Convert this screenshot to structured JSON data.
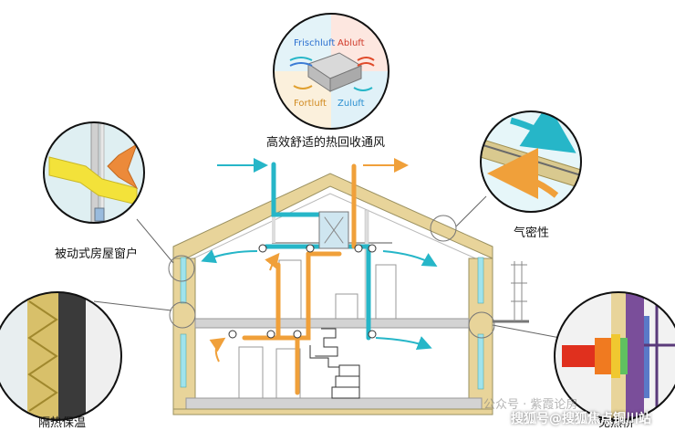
{
  "captions": {
    "heat_recovery": "高效舒适的热回收通风",
    "airtightness": "气密性",
    "passive_windows": "被动式房屋窗户",
    "insulation": "隔热保温",
    "thermal_bridge_partial": "免热桥"
  },
  "bubble_labels": {
    "frischluft": "Frischluft",
    "abluft": "Abluft",
    "fortluft": "Fortluft",
    "zuluft": "Zuluft"
  },
  "watermark": {
    "official_account": "公众号 · 紫霞论房",
    "sohu": "搜狐号@搜狐焦点铜川站"
  },
  "colors": {
    "fresh_air": "#26b6c8",
    "warm_air": "#f0a03a",
    "wall": "#d9c98f",
    "insulation": "#e8d49a",
    "floor": "#cfcfcf"
  }
}
